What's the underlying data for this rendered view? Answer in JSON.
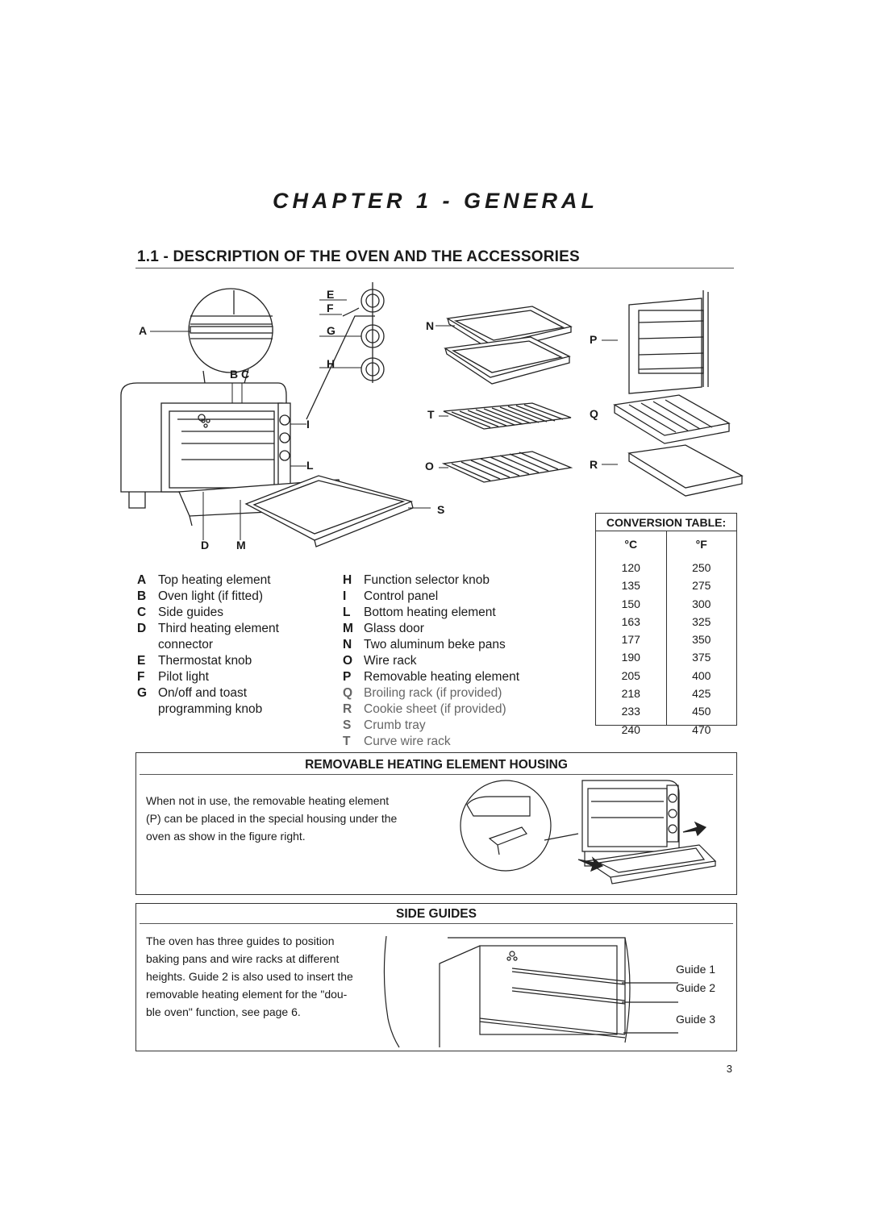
{
  "chapter_title": "CHAPTER 1 - GENERAL",
  "section_title": "1.1 - DESCRIPTION OF THE OVEN AND THE ACCESSORIES",
  "callout_letters": {
    "A": "A",
    "BC": "B C",
    "D": "D",
    "M": "M",
    "E": "E",
    "F": "F",
    "G": "G",
    "H": "H",
    "I": "I",
    "L": "L",
    "N": "N",
    "T": "T",
    "O": "O",
    "S": "S",
    "P": "P",
    "Q": "Q",
    "R": "R"
  },
  "legend_left": [
    {
      "key": "A",
      "text": "Top heating element"
    },
    {
      "key": "B",
      "text": "Oven light (if fitted)"
    },
    {
      "key": "C",
      "text": "Side guides"
    },
    {
      "key": "D",
      "text": "Third heating element"
    },
    {
      "key": "",
      "text": "connector"
    },
    {
      "key": "E",
      "text": "Thermostat knob"
    },
    {
      "key": "F",
      "text": "Pilot light"
    },
    {
      "key": "G",
      "text": "On/off and toast"
    },
    {
      "key": "",
      "text": "programming knob"
    }
  ],
  "legend_right": [
    {
      "key": "H",
      "text": "Function selector knob"
    },
    {
      "key": "I",
      "text": "Control panel"
    },
    {
      "key": "L",
      "text": "Bottom heating element"
    },
    {
      "key": "M",
      "text": "Glass door"
    },
    {
      "key": "N",
      "text": "Two aluminum beke pans"
    },
    {
      "key": "O",
      "text": "Wire rack"
    },
    {
      "key": "P",
      "text": "Removable heating element"
    },
    {
      "key": "Q",
      "text": "Broiling rack (if provided)"
    },
    {
      "key": "R",
      "text": "Cookie sheet (if provided)"
    },
    {
      "key": "S",
      "text": "Crumb tray"
    },
    {
      "key": "T",
      "text": "Curve wire rack"
    }
  ],
  "conversion_table": {
    "title": "CONVERSION TABLE:",
    "col_c": "°C",
    "col_f": "°F",
    "celsius": [
      "120",
      "135",
      "150",
      "163",
      "177",
      "190",
      "205",
      "218",
      "233",
      "240"
    ],
    "fahrenheit": [
      "250",
      "275",
      "300",
      "325",
      "350",
      "375",
      "400",
      "425",
      "450",
      "470"
    ]
  },
  "housing_box": {
    "title": "REMOVABLE HEATING ELEMENT HOUSING",
    "lines": [
      "When not in use, the removable heating element",
      "(P) can be placed in the special housing under the",
      "oven as show in the figure right."
    ]
  },
  "guides_box": {
    "title": "SIDE GUIDES",
    "lines": [
      "The oven has three guides to position",
      "baking pans and wire racks at different",
      "heights. Guide 2 is also used to insert the",
      "removable heating element for the \"dou-",
      "ble oven\" function, see page 6."
    ],
    "guide1": "Guide 1",
    "guide2": "Guide 2",
    "guide3": "Guide 3"
  },
  "page_number": "3"
}
